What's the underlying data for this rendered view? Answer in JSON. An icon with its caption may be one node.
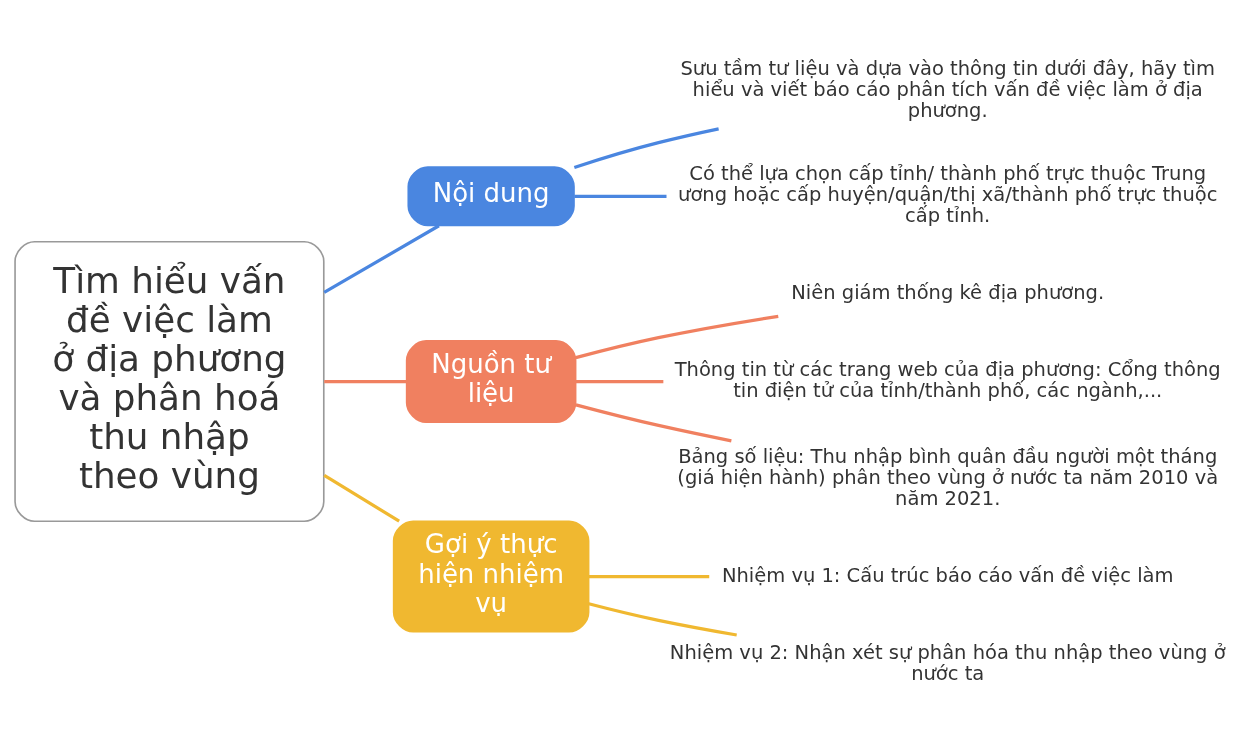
{
  "diagram": {
    "nodes": [
      {
        "text": [
          "Tìm hiểu vấn đề việc làm ở địa phương và phân hoá thu nhập theo vùng"
        ]
      },
      {
        "text": [
          "Nội dung"
        ]
      },
      {
        "text": [
          "Sưu tầm tư liệu và dựa vào thông tin dưới đây, hãy tìm hiểu và viết báo cáo phân tích vấn đề việc làm ở địa phương."
        ]
      },
      {
        "text": [
          "Có thể lựa chọn cấp tỉnh/ thành phố trực thuộc Trung ương hoặc cấp huyện/quận/thị xã/thành phố trực thuộc cấp tỉnh."
        ]
      },
      {
        "text": [
          "Nguồn tư liệu"
        ]
      },
      {
        "text": [
          "Niên giám thống kê địa phương."
        ]
      },
      {
        "text": [
          "Thông tin từ các trang web của địa phương: Cổng thông tin điện tử của tỉnh/thành phố, các ngành,..."
        ]
      },
      {
        "text": [
          "Bảng số liệu: Thu nhập bình quân đầu người một tháng (giá hiện hành) phân theo vùng ở nước ta năm 2010 và năm 2021."
        ]
      },
      {
        "text": [
          "Gợi ý thực hiện nhiệm vụ"
        ]
      },
      {
        "text": [
          "Nhiệm vụ 1: Cấu trúc báo cáo vấn đề việc làm"
        ]
      },
      {
        "text": [
          "Nhiệm vụ 2: Nhận xét sự phân hóa thu nhập theo vùng ở nước ta"
        ]
      }
    ],
    "edges": [
      {
        "from": 0,
        "to": 1,
        "arrow": "none",
        "color": "#4a86e0"
      },
      {
        "from": 1,
        "to": 2,
        "arrow": "none",
        "color": "#4a86e0"
      },
      {
        "from": 1,
        "to": 3,
        "arrow": "none",
        "color": "#4a86e0"
      },
      {
        "from": 0,
        "to": 4,
        "arrow": "none",
        "color": "#f08060"
      },
      {
        "from": 4,
        "to": 5,
        "arrow": "none",
        "color": "#f08060"
      },
      {
        "from": 4,
        "to": 6,
        "arrow": "none",
        "color": "#f08060"
      },
      {
        "from": 4,
        "to": 7,
        "arrow": "none",
        "color": "#f08060"
      },
      {
        "from": 0,
        "to": 8,
        "arrow": "none",
        "color": "#f0b830"
      },
      {
        "from": 8,
        "to": 9,
        "arrow": "none",
        "color": "#f0b830"
      },
      {
        "from": 8,
        "to": 10,
        "arrow": "none",
        "color": "#f0b830"
      }
    ]
  }
}
